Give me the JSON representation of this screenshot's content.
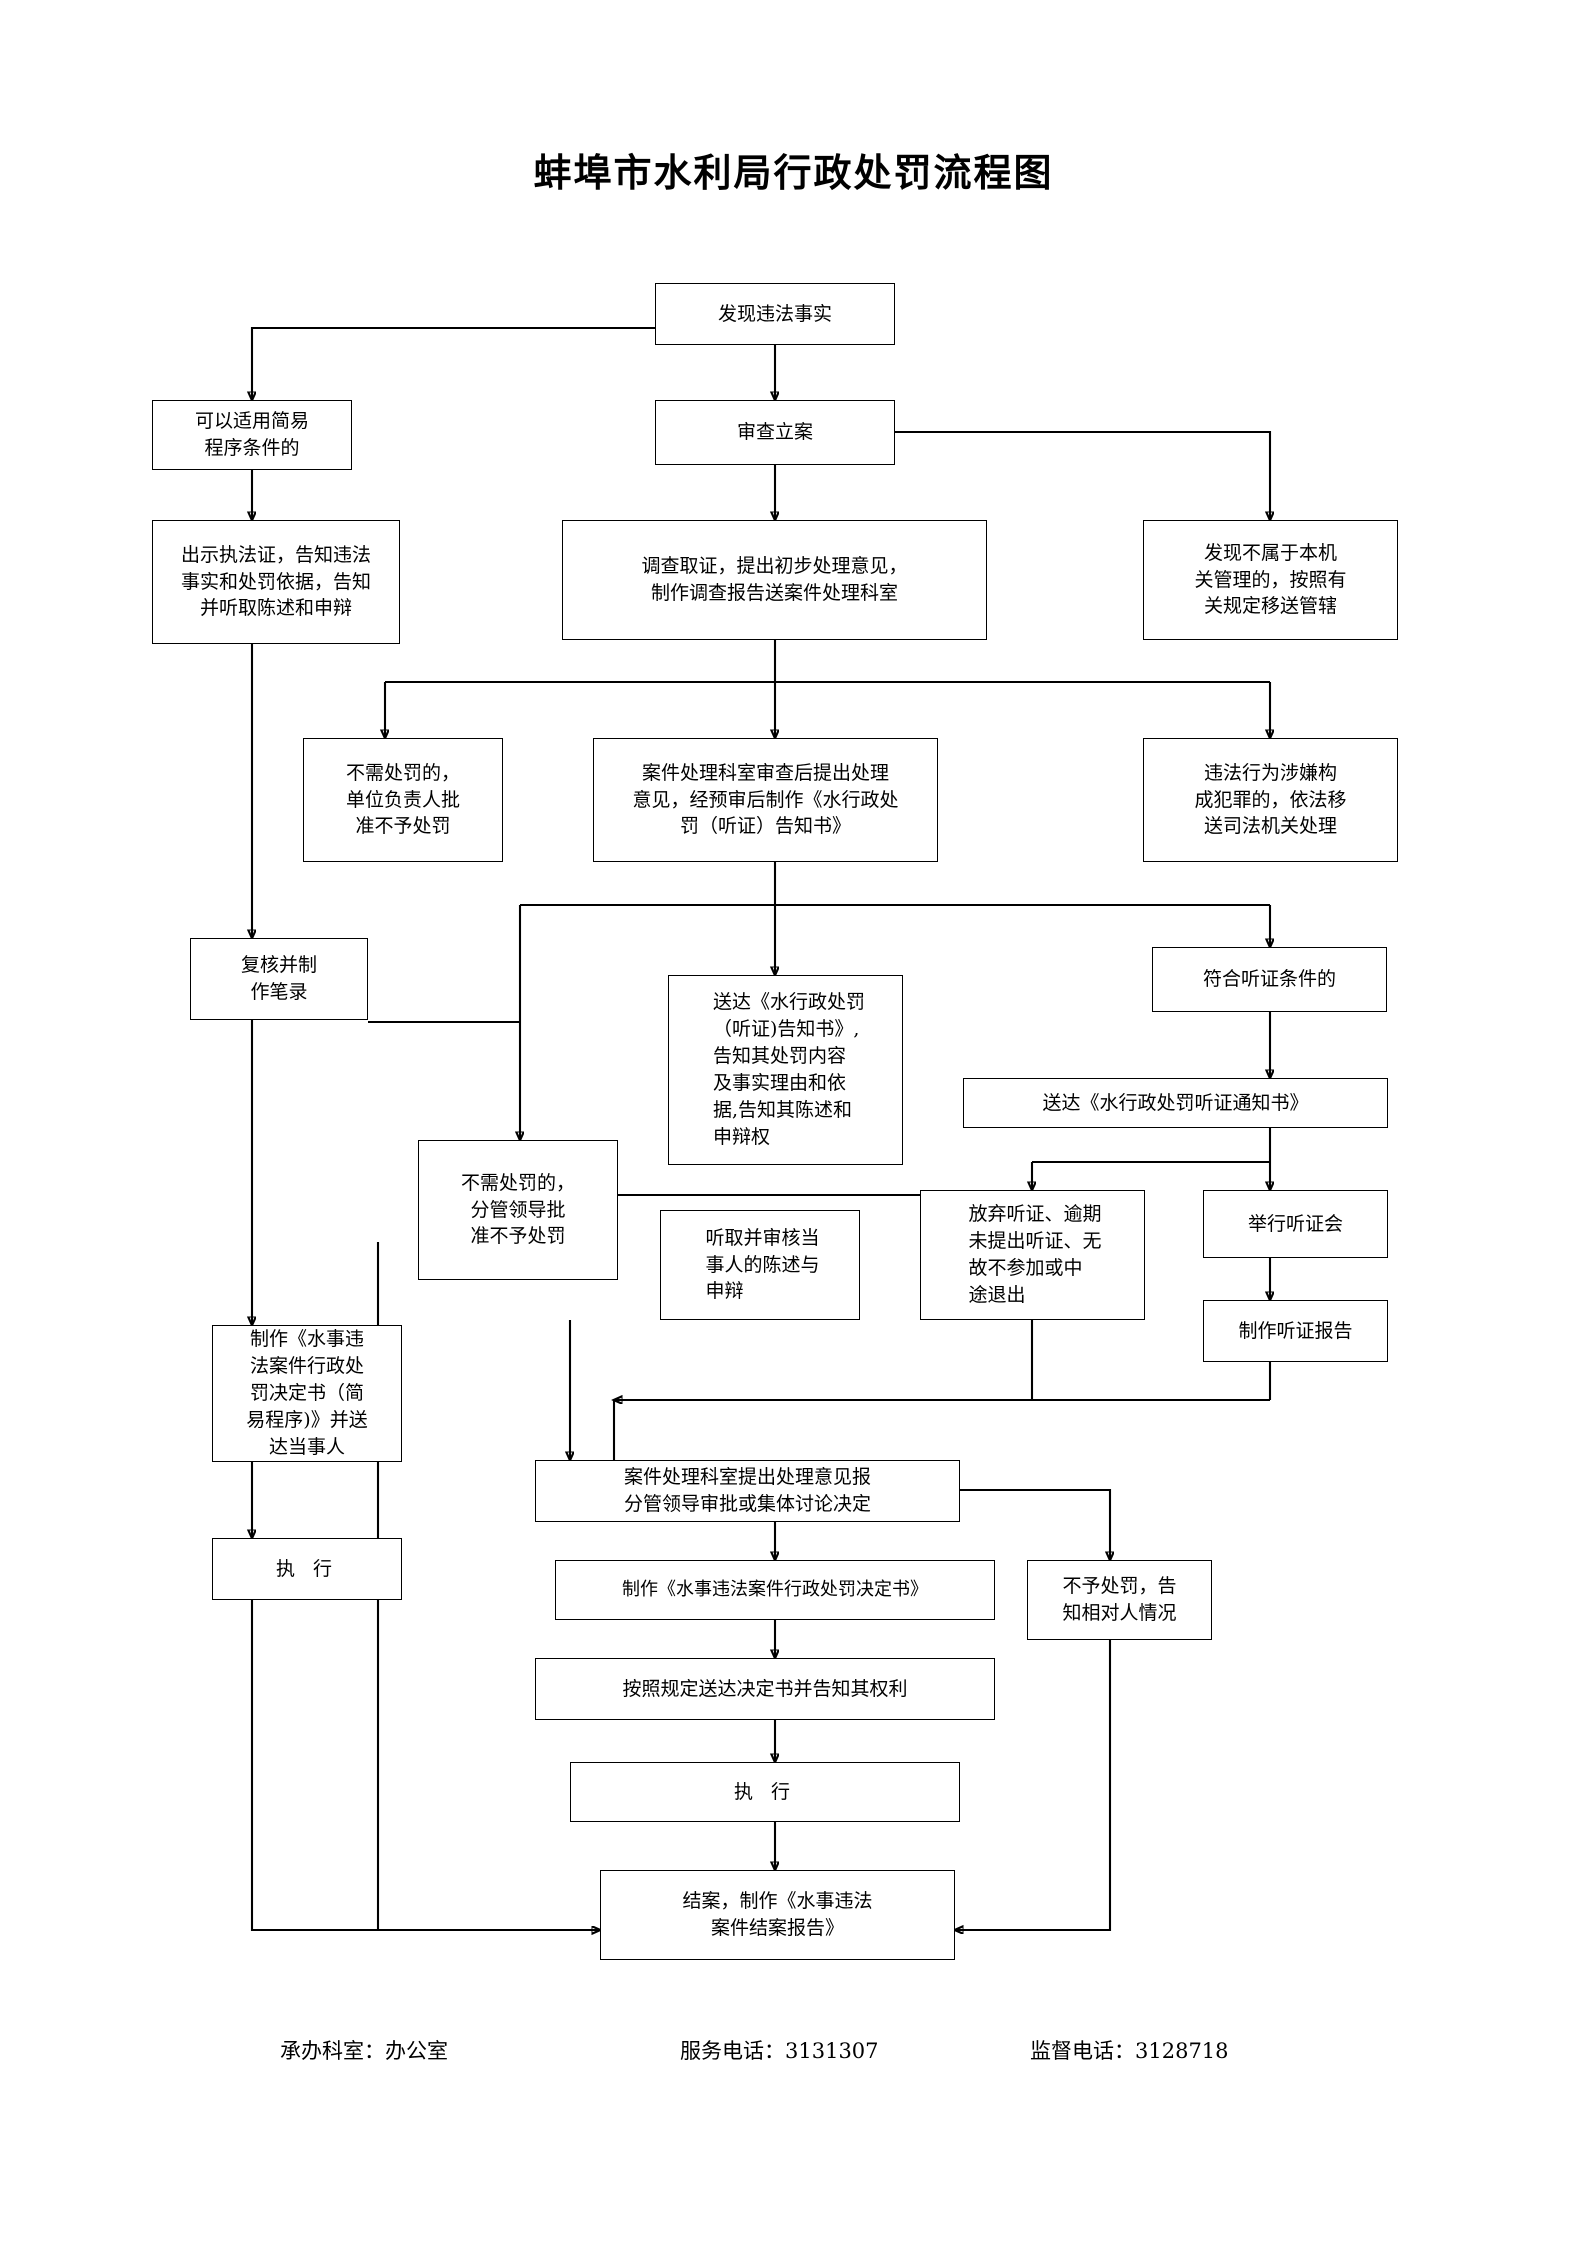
{
  "document": {
    "title": "蚌埠市水利局行政处罚流程图",
    "type": "administrative-penalty-flowchart"
  },
  "chart_data": {
    "type": "diagram",
    "title": "蚌埠市水利局行政处罚流程图",
    "nodes": [
      {
        "id": "n1",
        "label": "发现违法事实"
      },
      {
        "id": "n2",
        "label": "可以适用简易\n程序条件的"
      },
      {
        "id": "n3",
        "label": "审查立案"
      },
      {
        "id": "n4",
        "label": "出示执法证，告知违法\n事实和处罚依据，告知\n并听取陈述和申辩"
      },
      {
        "id": "n5",
        "label": "调查取证，提出初步处理意见，\n制作调查报告送案件处理科室"
      },
      {
        "id": "n6",
        "label": "发现不属于本机\n关管理的，按照有\n关规定移送管辖"
      },
      {
        "id": "n7",
        "label": "不需处罚的，\n单位负责人批\n准不予处罚"
      },
      {
        "id": "n8",
        "label": "案件处理科室审查后提出处理\n意见，经预审后制作《水行政处\n罚（听证）告知书》"
      },
      {
        "id": "n9",
        "label": "违法行为涉嫌构\n成犯罪的，依法移\n送司法机关处理"
      },
      {
        "id": "n10",
        "label": "复核并制\n作笔录"
      },
      {
        "id": "n11",
        "label": "送达《水行政处罚\n（听证)告知书》,\n告知其处罚内容\n及事实理由和依\n据,告知其陈述和\n申辩权"
      },
      {
        "id": "n12",
        "label": "符合听证条件的"
      },
      {
        "id": "n13",
        "label": "送达《水行政处罚听证通知书》"
      },
      {
        "id": "n14",
        "label": "不需处罚的，\n分管领导批\n准不予处罚"
      },
      {
        "id": "n15",
        "label": "放弃听证、逾期\n未提出听证、无\n故不参加或中\n途退出"
      },
      {
        "id": "n16",
        "label": "举行听证会"
      },
      {
        "id": "n17",
        "label": "听取并审核当\n事人的陈述与\n申辩"
      },
      {
        "id": "n18",
        "label": "制作听证报告"
      },
      {
        "id": "n19",
        "label": "制作《水事违\n法案件行政处\n罚决定书（简\n易程序)》并送\n达当事人"
      },
      {
        "id": "n20",
        "label": "案件处理科室提出处理意见报\n分管领导审批或集体讨论决定"
      },
      {
        "id": "n21",
        "label": "制作《水事违法案件行政处罚决定书》"
      },
      {
        "id": "n22",
        "label": "不予处罚，告\n知相对人情况"
      },
      {
        "id": "n23",
        "label": "按照规定送达决定书并告知其权利"
      },
      {
        "id": "n24",
        "label": "执     行"
      },
      {
        "id": "n25",
        "label": "执     行"
      },
      {
        "id": "n26",
        "label": "结案，制作《水事违法\n案件结案报告》"
      }
    ],
    "edges": [
      {
        "from": "n1",
        "to": "n2"
      },
      {
        "from": "n1",
        "to": "n3"
      },
      {
        "from": "n2",
        "to": "n4"
      },
      {
        "from": "n3",
        "to": "n5"
      },
      {
        "from": "n3",
        "to": "n6"
      },
      {
        "from": "n5",
        "to": "n7"
      },
      {
        "from": "n5",
        "to": "n8"
      },
      {
        "from": "n5",
        "to": "n9"
      },
      {
        "from": "n4",
        "to": "n10"
      },
      {
        "from": "n8",
        "to": "n11"
      },
      {
        "from": "n8",
        "to": "n12"
      },
      {
        "from": "n8",
        "to": "n14"
      },
      {
        "from": "n10",
        "to": "n14"
      },
      {
        "from": "n10",
        "to": "n19"
      },
      {
        "from": "n11",
        "to": "n17"
      },
      {
        "from": "n11",
        "to": "n15"
      },
      {
        "from": "n12",
        "to": "n13"
      },
      {
        "from": "n13",
        "to": "n15"
      },
      {
        "from": "n13",
        "to": "n16"
      },
      {
        "from": "n16",
        "to": "n18"
      },
      {
        "from": "n17",
        "to": "n20"
      },
      {
        "from": "n15",
        "to": "n20"
      },
      {
        "from": "n18",
        "to": "n20"
      },
      {
        "from": "n19",
        "to": "n24"
      },
      {
        "from": "n20",
        "to": "n21"
      },
      {
        "from": "n20",
        "to": "n22"
      },
      {
        "from": "n21",
        "to": "n23"
      },
      {
        "from": "n23",
        "to": "n25"
      },
      {
        "from": "n25",
        "to": "n26"
      },
      {
        "from": "n24",
        "to": "n26"
      },
      {
        "from": "n22",
        "to": "n26"
      },
      {
        "from": "n14",
        "to": "n26"
      }
    ]
  },
  "footer": {
    "handling_office": "承办科室：办公室",
    "service_phone": "服务电话：3131307",
    "supervision_phone": "监督电话：3128718"
  }
}
